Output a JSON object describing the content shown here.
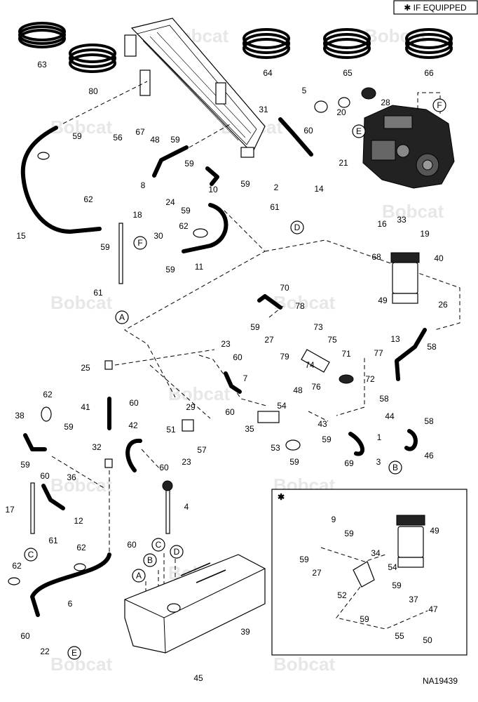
{
  "header": {
    "if_equipped": "✱ IF EQUIPPED"
  },
  "figure_id": "NA19439",
  "watermark": "Bobcat",
  "inset": {
    "marker": "✱"
  },
  "connectors": [
    "A",
    "B",
    "C",
    "D",
    "E",
    "F"
  ],
  "callouts": [
    "1",
    "2",
    "3",
    "4",
    "5",
    "6",
    "7",
    "8",
    "9",
    "10",
    "11",
    "12",
    "13",
    "14",
    "15",
    "16",
    "17",
    "18",
    "19",
    "20",
    "21",
    "22",
    "23",
    "24",
    "25",
    "26",
    "27",
    "28",
    "29",
    "30",
    "31",
    "32",
    "33",
    "34",
    "35",
    "36",
    "37",
    "38",
    "39",
    "40",
    "41",
    "42",
    "43",
    "44",
    "45",
    "46",
    "47",
    "48",
    "49",
    "50",
    "51",
    "52",
    "53",
    "54",
    "55",
    "56",
    "57",
    "58",
    "59",
    "60",
    "61",
    "62",
    "63",
    "64",
    "65",
    "66",
    "67",
    "68",
    "69",
    "70",
    "71",
    "72",
    "73",
    "74",
    "75",
    "76",
    "77",
    "78",
    "79",
    "80"
  ]
}
